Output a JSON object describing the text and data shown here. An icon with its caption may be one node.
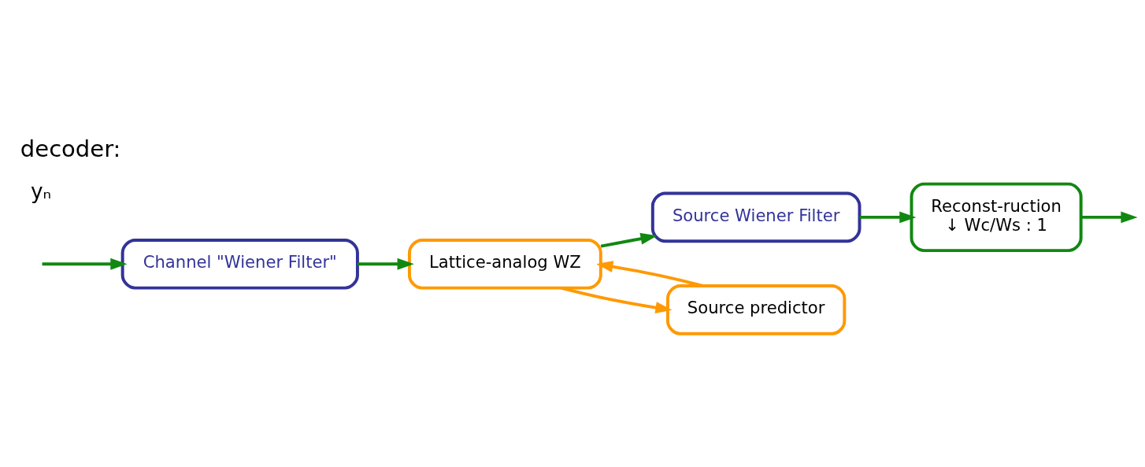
{
  "diagram": {
    "title": "decoder:",
    "nodes": [
      {
        "text": [
          "Channel \"Wiener Filter\""
        ]
      },
      {
        "text": [
          "Lattice-analog WZ"
        ]
      },
      {
        "text": [
          "Source Wiener Filter"
        ]
      },
      {
        "text": [
          "Reconst-ruction",
          "↓ Wc/Ws : 1"
        ]
      },
      {
        "text": [
          "Source predictor"
        ]
      }
    ],
    "edges": [
      {
        "from": null,
        "to": 0,
        "arrow": "to"
      },
      {
        "from": 0,
        "to": 1,
        "arrow": "to"
      },
      {
        "from": 1,
        "to": 2,
        "arrow": "to"
      },
      {
        "from": 1,
        "to": 4,
        "arrow": "to",
        "color": "#ff9900"
      },
      {
        "from": 4,
        "to": 1,
        "arrow": "to",
        "color": "#ff9900"
      },
      {
        "from": 2,
        "to": 3,
        "arrow": "to"
      },
      {
        "from": 3,
        "to": null,
        "arrow": "to"
      }
    ],
    "labels": [
      "yₙ"
    ]
  }
}
